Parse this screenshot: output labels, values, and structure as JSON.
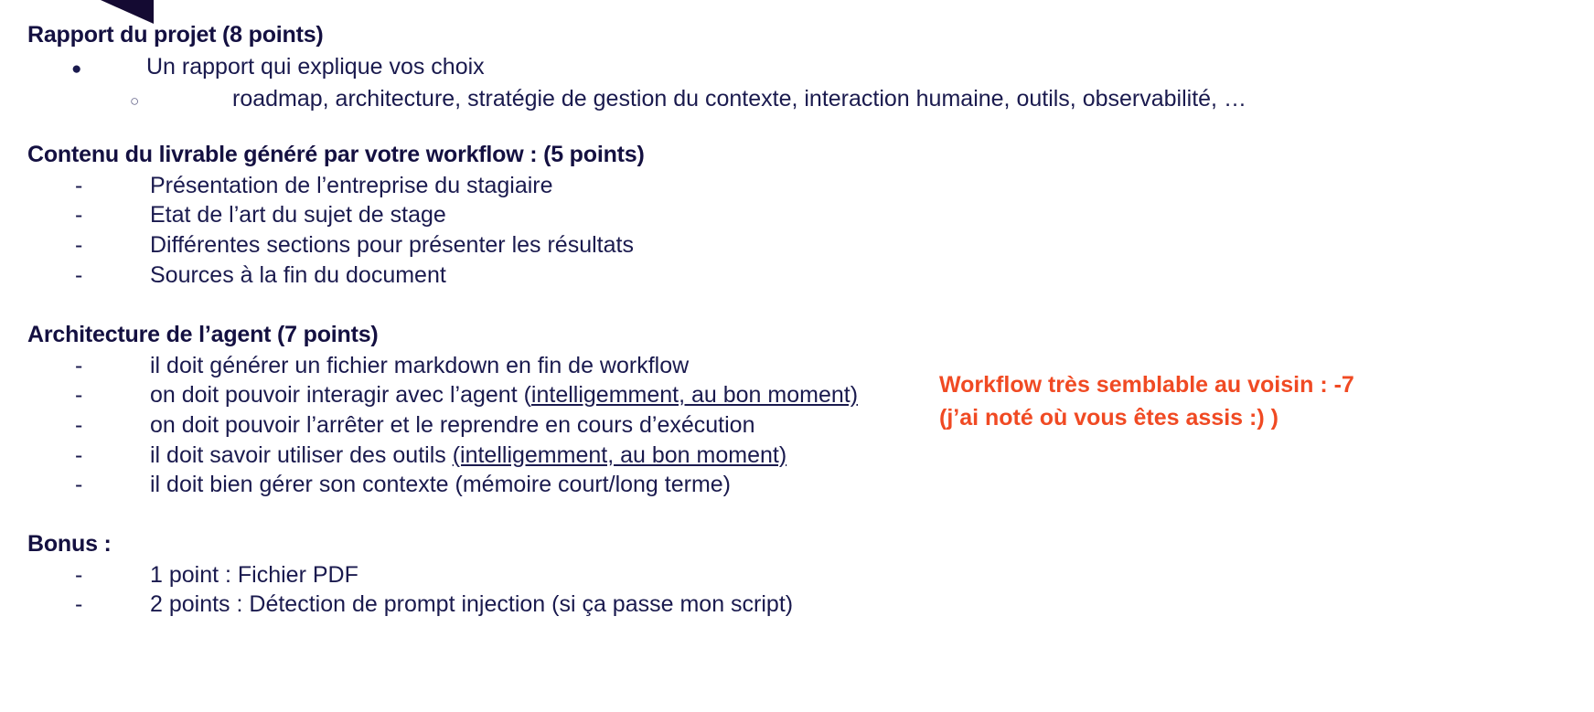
{
  "slide": {
    "background_color": "#ffffff",
    "text_color": "#141041",
    "accent_color": "#140A32",
    "annotation_color": "#F04A23",
    "sections": [
      {
        "heading": "Rapport du projet  (8 points)",
        "items": [
          {
            "marker": "●",
            "level": 1,
            "text": "Un rapport qui explique vos choix"
          },
          {
            "marker": "○",
            "level": 2,
            "text": "roadmap, architecture, stratégie de gestion du contexte, interaction humaine, outils, observabilité, …"
          }
        ]
      },
      {
        "heading": "Contenu du livrable généré par votre workflow : (5 points)",
        "items": [
          {
            "marker": "-",
            "level": 1,
            "text": "Présentation de l’entreprise du stagiaire"
          },
          {
            "marker": "-",
            "level": 1,
            "text": "Etat de l’art du sujet de stage"
          },
          {
            "marker": "-",
            "level": 1,
            "text": "Différentes sections pour présenter les résultats"
          },
          {
            "marker": "-",
            "level": 1,
            "text": "Sources à la fin du document"
          }
        ]
      },
      {
        "heading": "Architecture de l’agent (7 points)",
        "items": [
          {
            "marker": "-",
            "level": 1,
            "text": "il doit générer un fichier markdown en fin de workflow"
          },
          {
            "marker": "-",
            "level": 1,
            "text_plain": "on doit pouvoir interagir avec l’agent (",
            "text_underlined": "intelligemment, au bon moment)"
          },
          {
            "marker": "-",
            "level": 1,
            "text": "on doit pouvoir l’arrêter et le reprendre en cours d’exécution"
          },
          {
            "marker": "-",
            "level": 1,
            "text_plain": "il doit savoir utiliser des outils ",
            "text_underlined": "(intelligemment, au bon moment)"
          },
          {
            "marker": "-",
            "level": 1,
            "text": "il doit bien gérer son contexte (mémoire court/long terme)"
          }
        ]
      },
      {
        "heading": "Bonus :",
        "items": [
          {
            "marker": "-",
            "level": 1,
            "text": "1 point : Fichier PDF"
          },
          {
            "marker": "-",
            "level": 1,
            "text": "2 points : Détection de prompt injection (si ça passe mon script)"
          }
        ]
      }
    ],
    "annotation": {
      "line1": "Workflow très semblable au voisin : -7",
      "line2": "(j’ai noté où vous êtes assis :) )"
    }
  }
}
